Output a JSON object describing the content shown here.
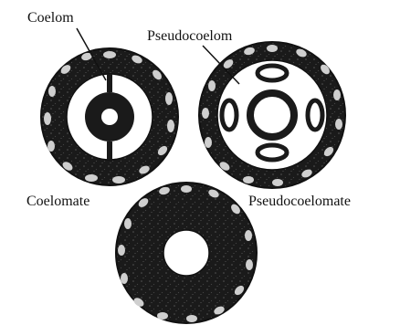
{
  "labels": {
    "coelom": "Coelom",
    "pseudocoelom": "Pseudocoelom",
    "coelomate": "Coelomate",
    "pseudocoelomate": "Pseudocoelomate"
  },
  "colors": {
    "tissue": "#1a1a1a",
    "cavity": "#ffffff",
    "speckle": "#d8d8d8",
    "ink": "#111111"
  }
}
